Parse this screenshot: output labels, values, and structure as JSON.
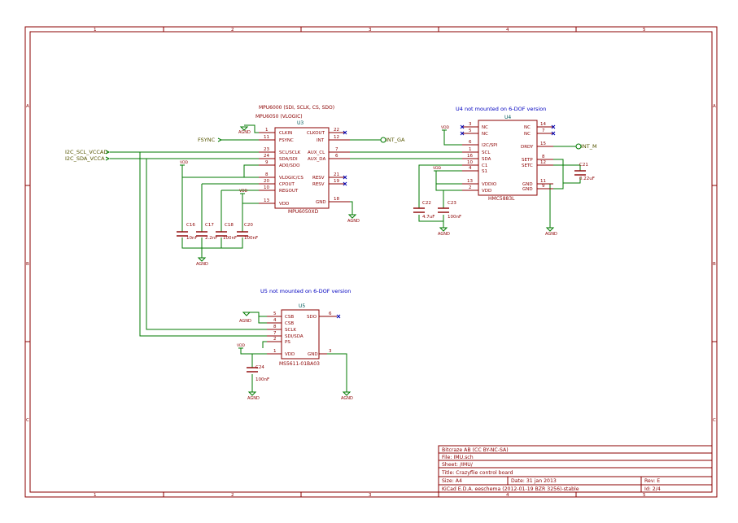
{
  "colors": {
    "frame": "#8b0000",
    "wire": "#007a00",
    "note": "#0000c0",
    "net": "#555500",
    "ref": "#005a5a",
    "nc": "#0000b0"
  },
  "grid": {
    "cols": [
      "1",
      "2",
      "3",
      "4",
      "5"
    ],
    "rows": [
      "A",
      "B",
      "C"
    ]
  },
  "notes": {
    "u3_title1": "MPU6000 (SDI, SCLK, CS, SDO)",
    "u3_title2": "MPU6050 (VLOGIC)",
    "u4_note": "U4 not mounted on 6-DOF version",
    "u5_note": "U5 not mounted on 6-DOF version"
  },
  "nets": {
    "scl": "I2C_SCL_VCCAD",
    "sda": "I2C_SDA_VCCA",
    "fsync": "FSYNC",
    "int_ga": "INT_GA",
    "int_m": "INT_M"
  },
  "power": {
    "agnd": "AGND",
    "vdd": "VDD"
  },
  "u3": {
    "ref": "U3",
    "value": "MPU6050XD",
    "left_pins": [
      {
        "num": "1",
        "name": "CLKIN"
      },
      {
        "num": "11",
        "name": "FSYNC"
      },
      {
        "num": "23",
        "name": "SCL/SCLK"
      },
      {
        "num": "24",
        "name": "SDA/SDI"
      },
      {
        "num": "9",
        "name": "AD0/SDO"
      },
      {
        "num": "8",
        "name": "VLOGIC/CS"
      },
      {
        "num": "20",
        "name": "CPOUT"
      },
      {
        "num": "10",
        "name": "REGOUT"
      },
      {
        "num": "13",
        "name": "VDD"
      }
    ],
    "right_pins": [
      {
        "num": "22",
        "name": "CLKOUT"
      },
      {
        "num": "12",
        "name": "INT"
      },
      {
        "num": "7",
        "name": "AUX_CL"
      },
      {
        "num": "6",
        "name": "AUX_DA"
      },
      {
        "num": "21",
        "name": "RESV"
      },
      {
        "num": "19",
        "name": "RESV"
      },
      {
        "num": "18",
        "name": "GND"
      }
    ]
  },
  "u4": {
    "ref": "U4",
    "value": "HMC5883L",
    "left_pins": [
      {
        "num": "3",
        "name": "NC"
      },
      {
        "num": "5",
        "name": "NC"
      },
      {
        "num": "6",
        "name": "I2C/SPI"
      },
      {
        "num": "1",
        "name": "SCL"
      },
      {
        "num": "16",
        "name": "SDA"
      },
      {
        "num": "10",
        "name": "C1"
      },
      {
        "num": "4",
        "name": "S1"
      },
      {
        "num": "13",
        "name": "VDDIO"
      },
      {
        "num": "2",
        "name": "VDD"
      }
    ],
    "right_pins": [
      {
        "num": "14",
        "name": "NC"
      },
      {
        "num": "7",
        "name": "NC"
      },
      {
        "num": "15",
        "name": "DRDY"
      },
      {
        "num": "8",
        "name": "SETP"
      },
      {
        "num": "12",
        "name": "SETC"
      },
      {
        "num": "11",
        "name": "GND"
      },
      {
        "num": "9",
        "name": "GND"
      }
    ]
  },
  "u5": {
    "ref": "U5",
    "value": "MS5611-01BA03",
    "left_pins": [
      {
        "num": "5",
        "name": "CSB"
      },
      {
        "num": "4",
        "name": "CSB"
      },
      {
        "num": "8",
        "name": "SCLK"
      },
      {
        "num": "7",
        "name": "SDI/SDA"
      },
      {
        "num": "2",
        "name": "PS"
      },
      {
        "num": "1",
        "name": "VDD"
      }
    ],
    "right_pins": [
      {
        "num": "6",
        "name": "SDO"
      },
      {
        "num": "3",
        "name": "GND"
      }
    ]
  },
  "caps": [
    {
      "ref": "C16",
      "value": "10nF"
    },
    {
      "ref": "C17",
      "value": "2.2nF"
    },
    {
      "ref": "C18",
      "value": "100nF"
    },
    {
      "ref": "C20",
      "value": "100nF"
    },
    {
      "ref": "C21",
      "value": "0.22uF"
    },
    {
      "ref": "C22",
      "value": "4.7uF"
    },
    {
      "ref": "C23",
      "value": "100nF"
    },
    {
      "ref": "C24",
      "value": "100nF"
    }
  ],
  "title_block": {
    "company": "Bitcraze AB (CC BY-NC-SA)",
    "file": "File: IMU.sch",
    "sheet": "Sheet: /IMU/",
    "title": "Title: Crazyflie control board",
    "size": "Size: A4",
    "date": "Date: 31 jan 2013",
    "rev": "Rev: E",
    "kicad": "KiCad E.D.A.  eeschema (2012-01-19 BZR 3256)-stable",
    "id": "Id: 2/4"
  }
}
